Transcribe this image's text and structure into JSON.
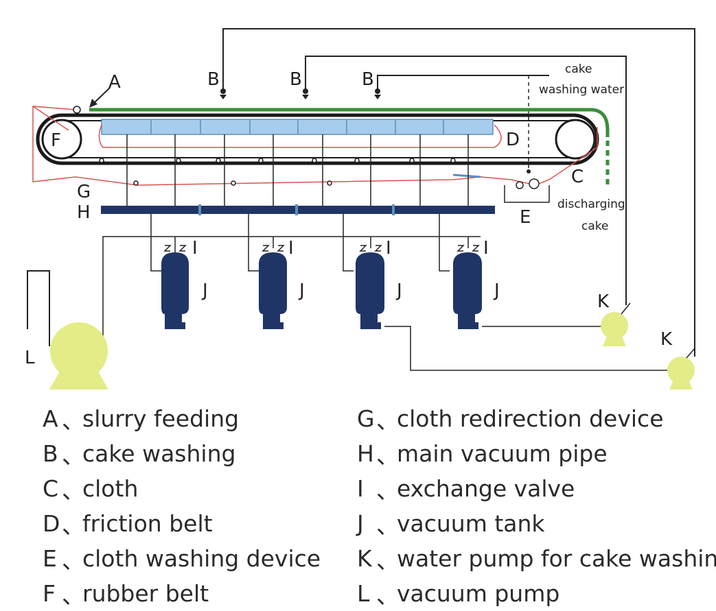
{
  "diagram": {
    "labels": {
      "A": "A",
      "B": "B",
      "C": "C",
      "D": "D",
      "E": "E",
      "F": "F",
      "G": "G",
      "H": "H",
      "I": "I",
      "J": "J",
      "K": "K",
      "L": "L",
      "cake_washing_water_line1": "cake",
      "cake_washing_water_line2": "washing water",
      "discharging_cake_line1": "discharging",
      "discharging_cake_line2": "cake"
    },
    "colors": {
      "belt": "#1a1a1a",
      "cloth": "#d9534f",
      "feed": "#3a8f3a",
      "vacuum_box": "#a8cdec",
      "vacuum_pipe": "#1f3566",
      "tank": "#1f3566",
      "pump": "#e3ec86",
      "lines": "#222222"
    }
  },
  "legend": {
    "left": [
      {
        "key": "A",
        "sep": "、",
        "text": "slurry feeding"
      },
      {
        "key": "B",
        "sep": "、",
        "text": "cake washing"
      },
      {
        "key": "C",
        "sep": "、",
        "text": "cloth"
      },
      {
        "key": "D",
        "sep": "、",
        "text": "friction belt"
      },
      {
        "key": "E",
        "sep": "、",
        "text": "cloth washing device"
      },
      {
        "key": "F",
        "sep": "、",
        "text": "rubber belt"
      }
    ],
    "right": [
      {
        "key": "G",
        "sep": "、",
        "text": "cloth redirection device"
      },
      {
        "key": "H",
        "sep": "、",
        "text": "main vacuum pipe"
      },
      {
        "key": "I",
        "sep": "、",
        "text": "exchange valve"
      },
      {
        "key": "J",
        "sep": "、",
        "text": "vacuum tank"
      },
      {
        "key": "K",
        "sep": "、",
        "text": "water pump for cake washing"
      },
      {
        "key": "L",
        "sep": "、",
        "text": "vacuum pump"
      }
    ]
  }
}
